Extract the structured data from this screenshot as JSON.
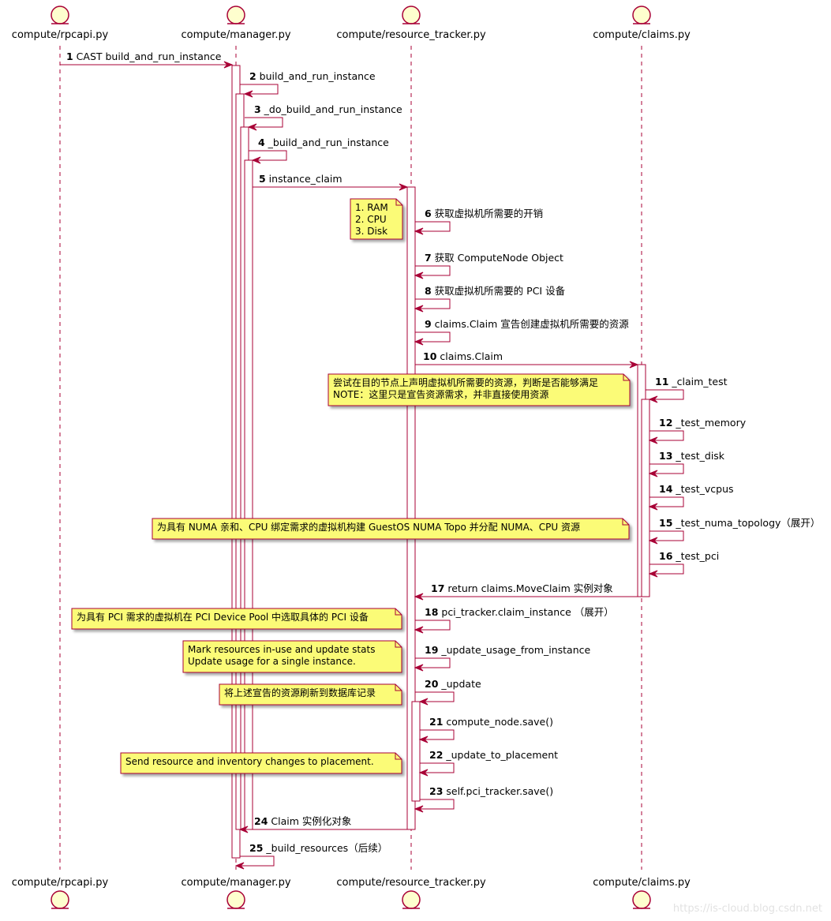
{
  "participants": [
    "compute/rpcapi.py",
    "compute/manager.py",
    "compute/resource_tracker.py",
    "compute/claims.py"
  ],
  "messages": [
    {
      "num": "1",
      "label": "CAST build_and_run_instance"
    },
    {
      "num": "2",
      "label": "build_and_run_instance"
    },
    {
      "num": "3",
      "label": "_do_build_and_run_instance"
    },
    {
      "num": "4",
      "label": "_build_and_run_instance"
    },
    {
      "num": "5",
      "label": "instance_claim"
    },
    {
      "num": "6",
      "label": "获取虚拟机所需要的开销"
    },
    {
      "num": "7",
      "label": "获取 ComputeNode Object"
    },
    {
      "num": "8",
      "label": "获取虚拟机所需要的 PCI 设备"
    },
    {
      "num": "9",
      "label": "claims.Claim 宣告创建虚拟机所需要的资源"
    },
    {
      "num": "10",
      "label": "claims.Claim"
    },
    {
      "num": "11",
      "label": "_claim_test"
    },
    {
      "num": "12",
      "label": "_test_memory"
    },
    {
      "num": "13",
      "label": "_test_disk"
    },
    {
      "num": "14",
      "label": "_test_vcpus"
    },
    {
      "num": "15",
      "label": "_test_numa_topology（展开）"
    },
    {
      "num": "16",
      "label": "_test_pci"
    },
    {
      "num": "17",
      "label": "return claims.MoveClaim 实例对象"
    },
    {
      "num": "18",
      "label": "pci_tracker.claim_instance （展开）"
    },
    {
      "num": "19",
      "label": "_update_usage_from_instance"
    },
    {
      "num": "20",
      "label": "_update"
    },
    {
      "num": "21",
      "label": "compute_node.save()"
    },
    {
      "num": "22",
      "label": "_update_to_placement"
    },
    {
      "num": "23",
      "label": "self.pci_tracker.save()"
    },
    {
      "num": "24",
      "label": "Claim 实例化对象"
    },
    {
      "num": "25",
      "label": "_build_resources（后续）"
    }
  ],
  "notes": [
    {
      "lines": [
        "1. RAM",
        "2. CPU",
        "3. Disk"
      ]
    },
    {
      "lines": [
        "尝试在目的节点上声明虚拟机所需要的资源，判断是否能够满足",
        "NOTE：这里只是宣告资源需求，并非直接使用资源"
      ]
    },
    {
      "lines": [
        "为具有 NUMA 亲和、CPU 绑定需求的虚拟机构建 GuestOS NUMA Topo 并分配 NUMA、CPU 资源"
      ]
    },
    {
      "lines": [
        "为具有 PCI 需求的虚拟机在 PCI Device Pool 中选取具体的 PCI 设备"
      ]
    },
    {
      "lines": [
        "Mark resources in-use and update stats",
        "Update usage for a single instance."
      ]
    },
    {
      "lines": [
        "将上述宣告的资源刷新到数据库记录"
      ]
    },
    {
      "lines": [
        "Send resource and inventory changes to placement."
      ]
    }
  ],
  "watermark": "https://is-cloud.blog.csdn.net",
  "colors": {
    "line": "#a80036",
    "actor_fill": "#fefece",
    "note_fill": "#fbfb77",
    "activation_fill": "#ffffff"
  }
}
